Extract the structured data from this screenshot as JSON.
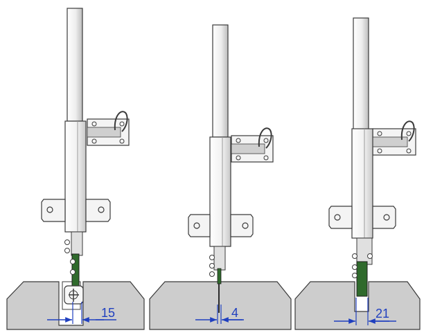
{
  "figure": {
    "panels": [
      {
        "id": "panel-1",
        "dimension_label": "15",
        "slot": "wide-bracket"
      },
      {
        "id": "panel-2",
        "dimension_label": "4",
        "slot": "thin-blade"
      },
      {
        "id": "panel-3",
        "dimension_label": "21",
        "slot": "wide-strip"
      }
    ],
    "colors": {
      "outline": "#3a3a3a",
      "metal_light": "#f4f4f4",
      "metal_shade": "#cfcfcf",
      "block_fill": "#cdcdcd",
      "green_part": "#2f6a2c",
      "dimension": "#1f3fbf"
    }
  }
}
